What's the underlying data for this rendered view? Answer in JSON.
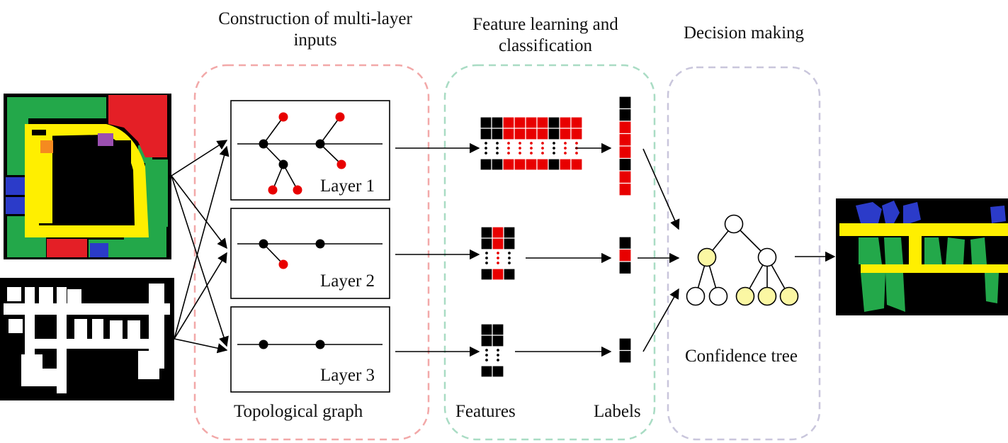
{
  "titles": {
    "construction": "Construction of multi-layer inputs",
    "feature": "Feature learning and classification",
    "decision": "Decision making"
  },
  "labels": {
    "topological_graph": "Topological graph",
    "features": "Features",
    "labels": "Labels",
    "confidence_tree": "Confidence tree"
  },
  "layers": [
    {
      "name": "Layer 1"
    },
    {
      "name": "Layer 2"
    },
    {
      "name": "Layer 3"
    }
  ],
  "colors": {
    "red_panel_border": "#f2a8a8",
    "green_panel_border": "#a9dcc4",
    "purple_panel_border": "#c9c6dc",
    "node_red": "#e80000",
    "node_black": "#000000",
    "map_green": "#23a84a",
    "map_yellow": "#ffef00",
    "map_red": "#e41f26",
    "map_blue": "#2b3bc9",
    "map_orange": "#f58a20",
    "map_purple": "#9b4fb0",
    "tree_yellow": "#fbf7a3"
  },
  "feature_patterns": {
    "layer1_top": [
      "k",
      "k",
      "r",
      "r",
      "r",
      "r",
      "k",
      "r",
      "r"
    ],
    "layer1_bottom": [
      "k",
      "k",
      "r",
      "r",
      "r",
      "r",
      "k",
      "r",
      "r"
    ],
    "layer1_dots": [
      "k",
      "k",
      "r",
      "r",
      "r",
      "r",
      "k",
      "r",
      "r"
    ],
    "layer1_labels": [
      "k",
      "k",
      "r",
      "r",
      "r",
      "k",
      "r",
      "r"
    ],
    "layer2_top": [
      "k",
      "r",
      "k"
    ],
    "layer2_bottom": [
      "k",
      "r",
      "k"
    ],
    "layer2_dots": [
      "k",
      "r",
      "k"
    ],
    "layer2_labels": [
      "k",
      "r",
      "k"
    ],
    "layer3_top": [
      "k",
      "k"
    ],
    "layer3_bottom": [
      "k",
      "k"
    ],
    "layer3_dots": [
      "k",
      "k"
    ],
    "layer3_labels": [
      "k",
      "k"
    ]
  },
  "tree": {
    "nodes": [
      "white",
      "yellow",
      "white",
      "white",
      "white",
      "yellow",
      "yellow",
      "yellow"
    ]
  },
  "icons": {
    "input_map": "semantic-floorplan-map",
    "input_binary": "binary-occupancy-map",
    "output_map": "segmented-output-map"
  }
}
